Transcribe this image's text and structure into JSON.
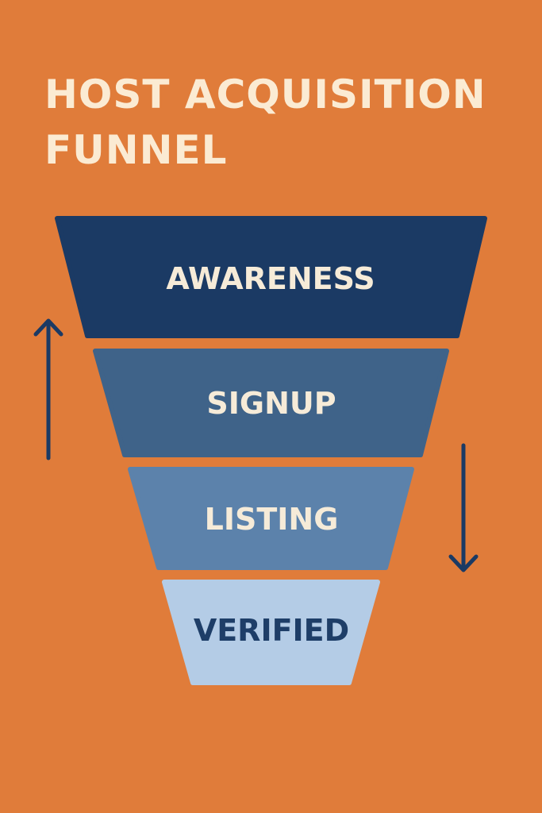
{
  "title": {
    "line1": "HOST ACQUISITION",
    "line2": "FUNNEL"
  },
  "funnel": {
    "stages": [
      {
        "label": "AWARENESS",
        "color": "#1B3A64",
        "text_color": "#F6EBD8"
      },
      {
        "label": "SIGNUP",
        "color": "#3F6389",
        "text_color": "#F6EBD8"
      },
      {
        "label": "LISTING",
        "color": "#5C82AB",
        "text_color": "#F6EBD8"
      },
      {
        "label": "VERIFIED",
        "color": "#B4CCE6",
        "text_color": "#1E3E68"
      }
    ]
  },
  "colors": {
    "background": "#E07C3A",
    "title": "#FBEBD3",
    "arrows": "#1B3A64"
  },
  "arrows": {
    "left": "arrow-up-icon",
    "right": "arrow-down-icon"
  }
}
